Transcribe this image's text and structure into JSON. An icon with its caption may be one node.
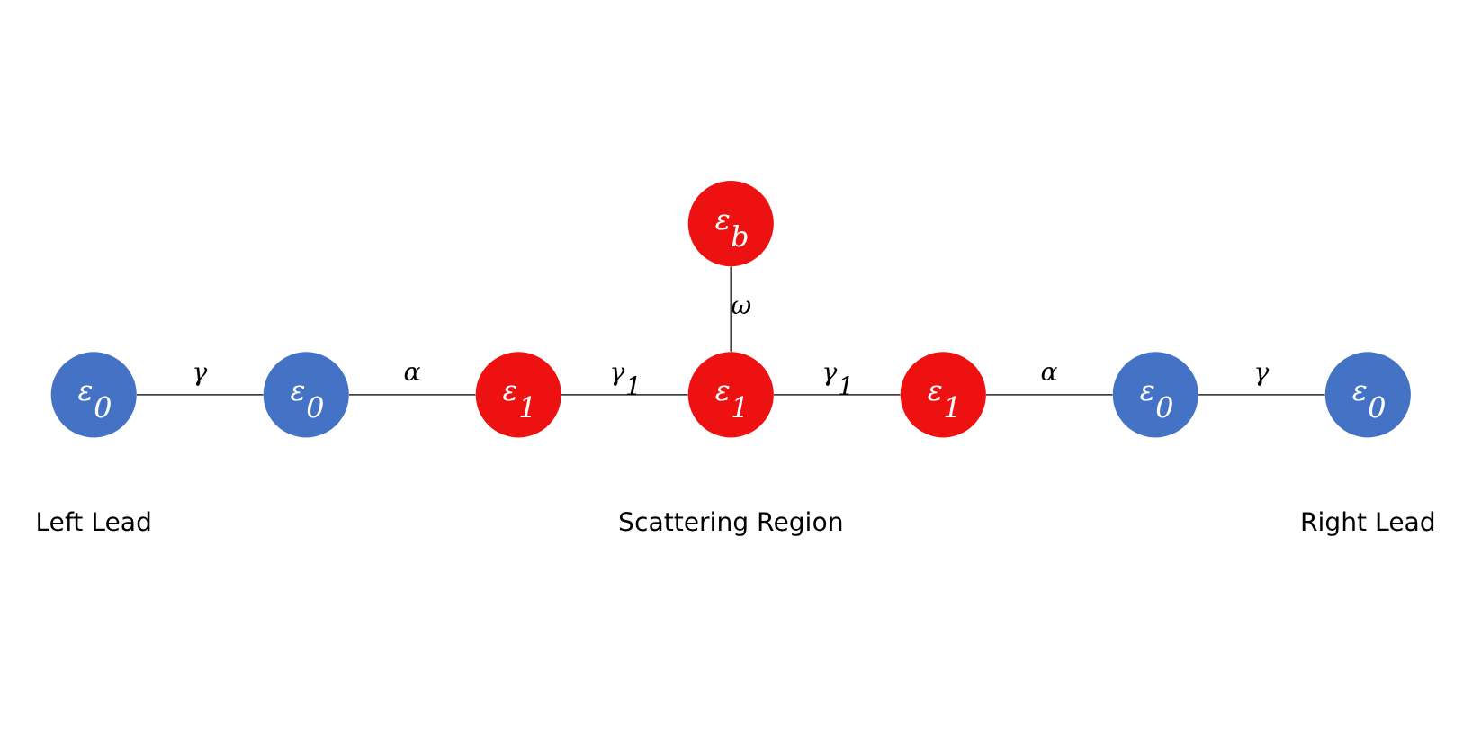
{
  "diagram": {
    "nodes": [
      {
        "text": [
          "ε$_{0}$"
        ]
      },
      {
        "text": [
          "ε$_{0}$"
        ]
      },
      {
        "text": [
          "ε$_{1}$"
        ]
      },
      {
        "text": [
          "ε$_{1}$"
        ]
      },
      {
        "text": [
          "ε$_{1}$"
        ]
      },
      {
        "text": [
          "ε$_{0}$"
        ]
      },
      {
        "text": [
          "ε$_{0}$"
        ]
      },
      {
        "text": [
          "ε$_{b}$"
        ]
      }
    ],
    "edges": [
      {
        "from": 0,
        "to": 1,
        "arrow": "none",
        "label": "γ"
      },
      {
        "from": 1,
        "to": 2,
        "arrow": "none",
        "label": "α"
      },
      {
        "from": 2,
        "to": 3,
        "arrow": "none",
        "label": "γ$_{1}$"
      },
      {
        "from": 3,
        "to": 4,
        "arrow": "none",
        "label": "γ$_{1}$"
      },
      {
        "from": 4,
        "to": 5,
        "arrow": "none",
        "label": "α"
      },
      {
        "from": 5,
        "to": 6,
        "arrow": "none",
        "label": "γ"
      },
      {
        "from": 3,
        "to": 7,
        "arrow": "none",
        "label": "ω"
      }
    ],
    "labels": [
      "Left Lead",
      "Scattering Region",
      "Right Lead"
    ]
  }
}
